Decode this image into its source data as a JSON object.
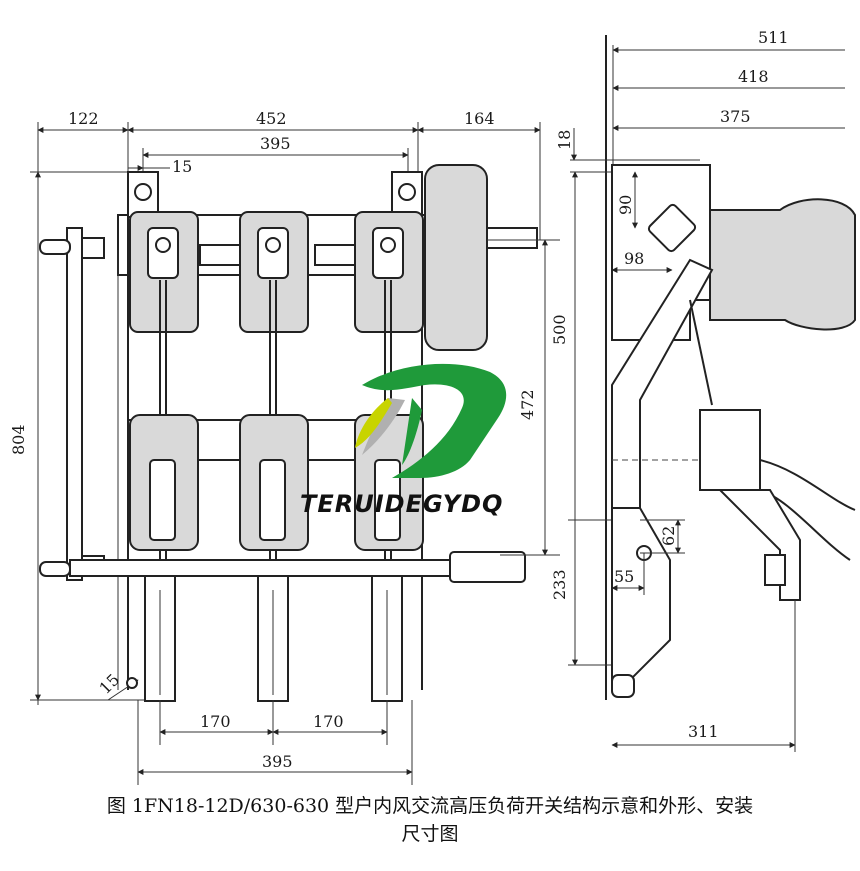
{
  "dimensions": {
    "front_width_left": "122",
    "front_width_total": "452",
    "front_width_right": "164",
    "front_pole_span_top": "395",
    "front_offset_top": "15",
    "front_height_total": "804",
    "front_height_inner": "472",
    "front_pole_pitch_1": "170",
    "front_pole_pitch_2": "170",
    "front_pole_span_bottom": "395",
    "front_offset_bottom": "15",
    "side_depth_1": "511",
    "side_depth_2": "418",
    "side_depth_3": "375",
    "side_top_offset": "18",
    "side_height_upper": "500",
    "side_hole_vertical": "90",
    "side_hole_horizontal": "98",
    "side_bracket_height": "62",
    "side_bracket_offset": "55",
    "side_bracket_lower": "233",
    "side_base_depth": "311"
  },
  "logo": {
    "text": "TERUIDEGYDQ",
    "colors": {
      "green": "#1f9a3a",
      "yellow": "#c8d400",
      "gray": "#b0b0b0"
    }
  },
  "caption": {
    "line1": "图 1FN18-12D/630-630 型户内风交流高压负荷开关结构示意和外形、安装",
    "line2": "尺寸图"
  }
}
